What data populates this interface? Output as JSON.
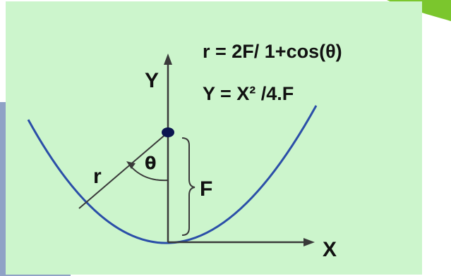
{
  "equations": {
    "polar": "r = 2F/ 1+cos(θ)",
    "cartesian": "Y = X² /4.F"
  },
  "labels": {
    "y_axis": "Y",
    "x_axis": "X",
    "radius": "r",
    "angle": "θ",
    "focal_length": "F"
  },
  "colors": {
    "panel_background": "#ccf5cc",
    "parabola": "#2b4fa8",
    "focus_point": "#0b1550",
    "side_panel": "#8fa2c6",
    "accent_leaf": "#7bc62d",
    "line": "#3a3a3a"
  }
}
